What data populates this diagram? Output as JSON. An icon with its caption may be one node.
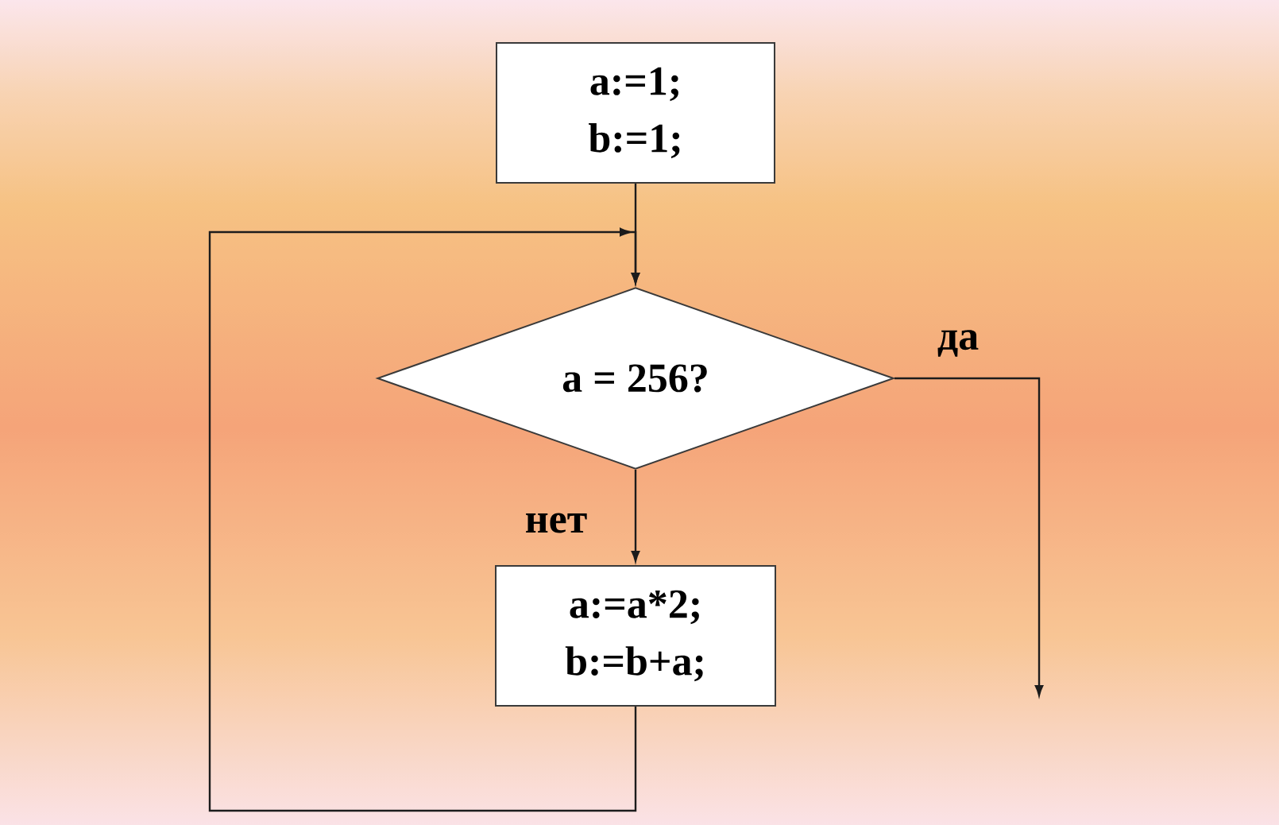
{
  "diagram": {
    "nodes": [
      {
        "text": [
          "a:=1; b:=1;"
        ]
      },
      {
        "text": [
          "a = 256?"
        ]
      },
      {
        "text": [
          "a:=a*2; b:=b+a;"
        ]
      }
    ],
    "edges": [
      {
        "from": 0,
        "to": 1,
        "arrow": "to"
      },
      {
        "from": 1,
        "to": 2,
        "arrow": "to",
        "label": "нет"
      },
      {
        "from": 1,
        "to": null,
        "arrow": "to",
        "label": "да"
      },
      {
        "from": 2,
        "to": 1,
        "arrow": "to"
      }
    ]
  }
}
